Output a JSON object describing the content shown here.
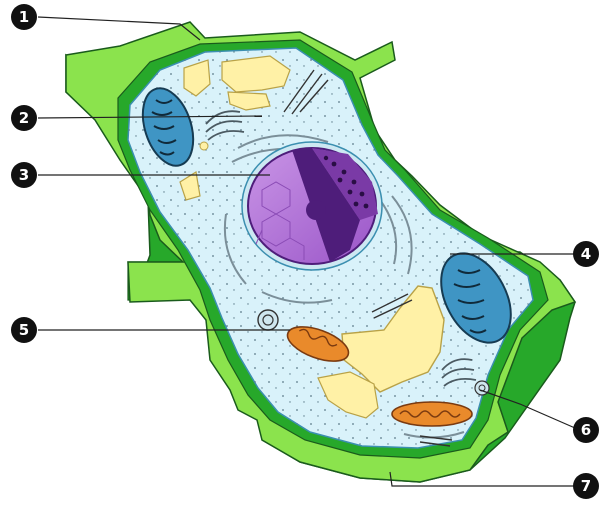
{
  "diagram": {
    "callouts": [
      {
        "number": "1"
      },
      {
        "number": "2"
      },
      {
        "number": "3"
      },
      {
        "number": "4"
      },
      {
        "number": "5"
      },
      {
        "number": "6"
      },
      {
        "number": "7"
      }
    ],
    "colors": {
      "cell_wall_light": "#8BE34D",
      "cell_wall_dark": "#27A82A",
      "cytoplasm": "#D9F2FA",
      "nucleus": "#B678D6",
      "nucleolus": "#4E1D7A",
      "vacuole": "#FFF1A6",
      "chloroplast": "#3F95C4",
      "mitochondrion": "#E98A2B",
      "callout_fill": "#111111"
    }
  }
}
